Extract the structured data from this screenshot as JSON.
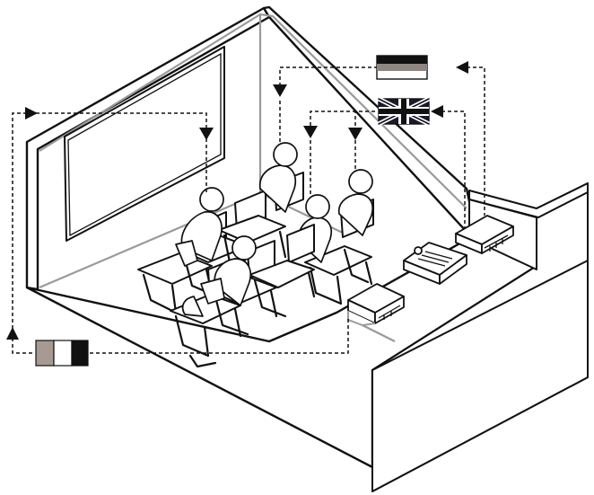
{
  "scene": {
    "room": "open-corner-room",
    "listeners_count": 6,
    "colors": {
      "line": "#111111",
      "wall_inner": "#9a9a9a",
      "swatch_grey": "#a69a93",
      "swatch_white": "#ffffff",
      "swatch_black": "#111111",
      "flag_blue": "#1a1a2e",
      "flag_red_cross": "#ffffff"
    }
  },
  "legend": {
    "left_swatches": [
      "grey",
      "white",
      "black"
    ],
    "top_flag": "language-flag-stripes",
    "mid_flag": "uk-flag-icon"
  }
}
